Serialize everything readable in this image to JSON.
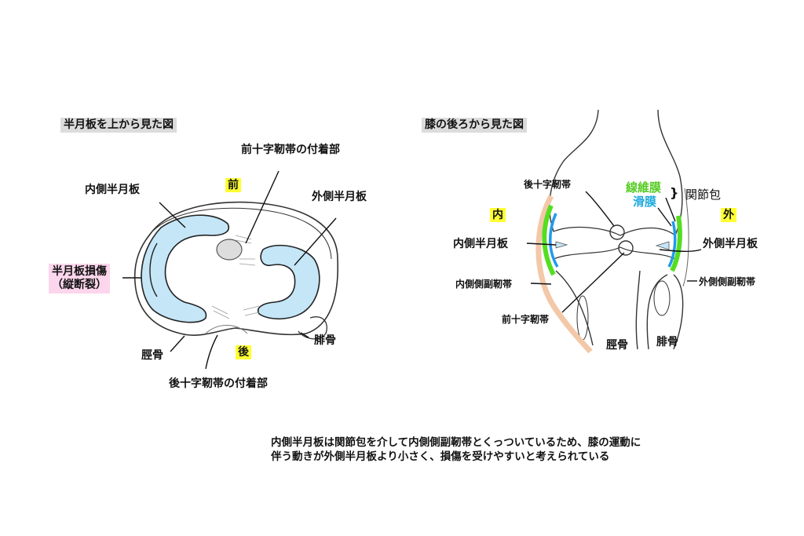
{
  "left_diagram": {
    "title": "半月板を上から見た図",
    "labels": {
      "acl_attachment": "前十字靭帯の付着部",
      "front": "前",
      "medial_meniscus": "内側半月板",
      "lateral_meniscus": "外側半月板",
      "injury_line1": "半月板損傷",
      "injury_line2": "（縦断裂）",
      "tibia": "脛骨",
      "back": "後",
      "fibula": "腓骨",
      "pcl_attachment": "後十字靭帯の付着部"
    }
  },
  "right_diagram": {
    "title": "膝の後ろから見た図",
    "labels": {
      "pcl": "後十字靭帯",
      "fibrous_membrane": "線維膜",
      "synovial_membrane": "滑膜",
      "joint_capsule": "関節包",
      "medial": "内",
      "lateral": "外",
      "medial_meniscus": "内側半月板",
      "lateral_meniscus": "外側半月板",
      "mcl": "内側側副靭帯",
      "lcl": "外側側副靭帯",
      "acl": "前十字靭帯",
      "tibia": "脛骨",
      "fibula": "腓骨"
    }
  },
  "note": {
    "line1": "内側半月板は関節包を介して内側側副靭帯とくっついているため、膝の運動に",
    "line2": "伴う動きが外側半月板より小さく、損傷を受けやすいと考えられている"
  },
  "colors": {
    "meniscus_fill": "#c4e6f7",
    "highlight_yellow": "#ffff33",
    "injury_pink": "#fbd6ec",
    "fibrous_green": "#55dd22",
    "synovial_blue": "#2299ee",
    "ligament_tan": "#f3c8a8",
    "title_gray": "#dcdcdc"
  }
}
